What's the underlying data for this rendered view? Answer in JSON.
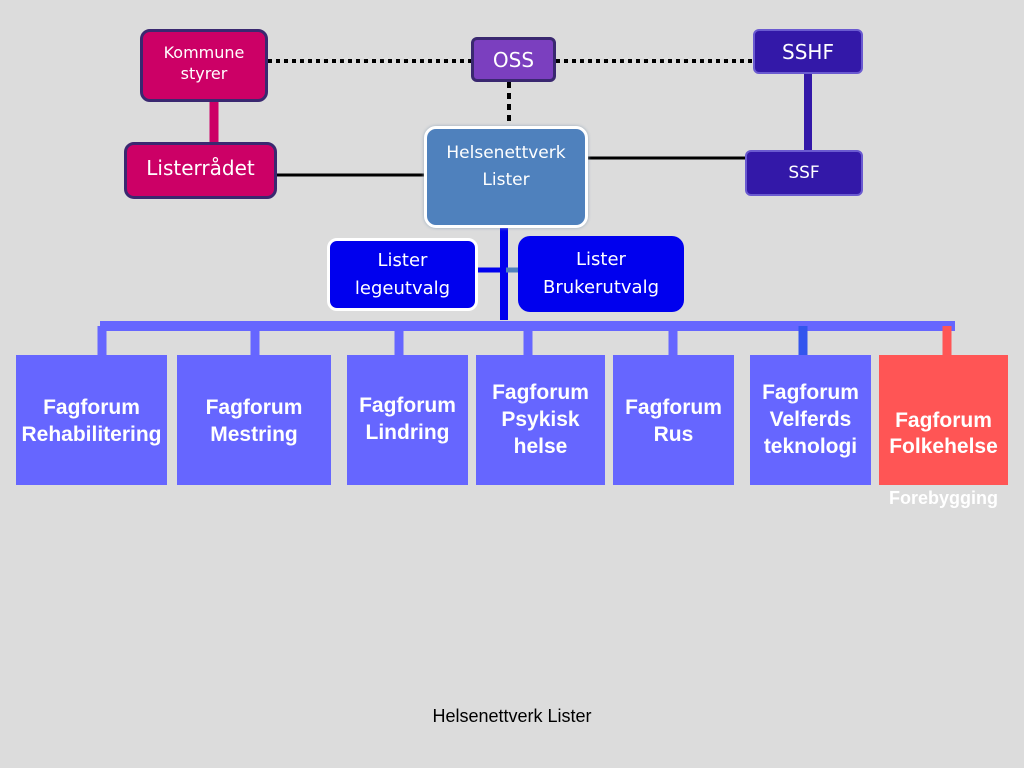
{
  "nodes": {
    "kommune_styrer": "Kommune\nstyrer",
    "listerradet": "Listerrådet",
    "oss": "OSS",
    "sshf": "SSHF",
    "ssf": "SSF",
    "helsenettverk": "Helsenettverk\nLister",
    "legeutvalg": "Lister\nlegeutvalg",
    "brukerutvalg": "Lister\nBrukerutvalg"
  },
  "fagforum": [
    "Fagforum\nRehabilitering",
    "Fagforum\nMestring",
    "Fagforum\nLindring",
    "Fagforum\nPsykisk\nhelse",
    "Fagforum\nRus",
    "Fagforum\nVelferds\nteknologi"
  ],
  "folkehelse": {
    "main": "Fagforum\nFolkehelse",
    "sub": "Forebygging"
  },
  "footer": "Helsenettverk Lister",
  "colors": {
    "background": "#dcdcdc",
    "kommune": "#cc0066",
    "oss": "#7b3fbf",
    "sshf": "#3318a8",
    "helsenettverk": "#4f81bd",
    "utvalg": "#0000ee",
    "fagforum": "#6666ff",
    "folkehelse": "#ff5555",
    "connector": "#6666ff"
  }
}
